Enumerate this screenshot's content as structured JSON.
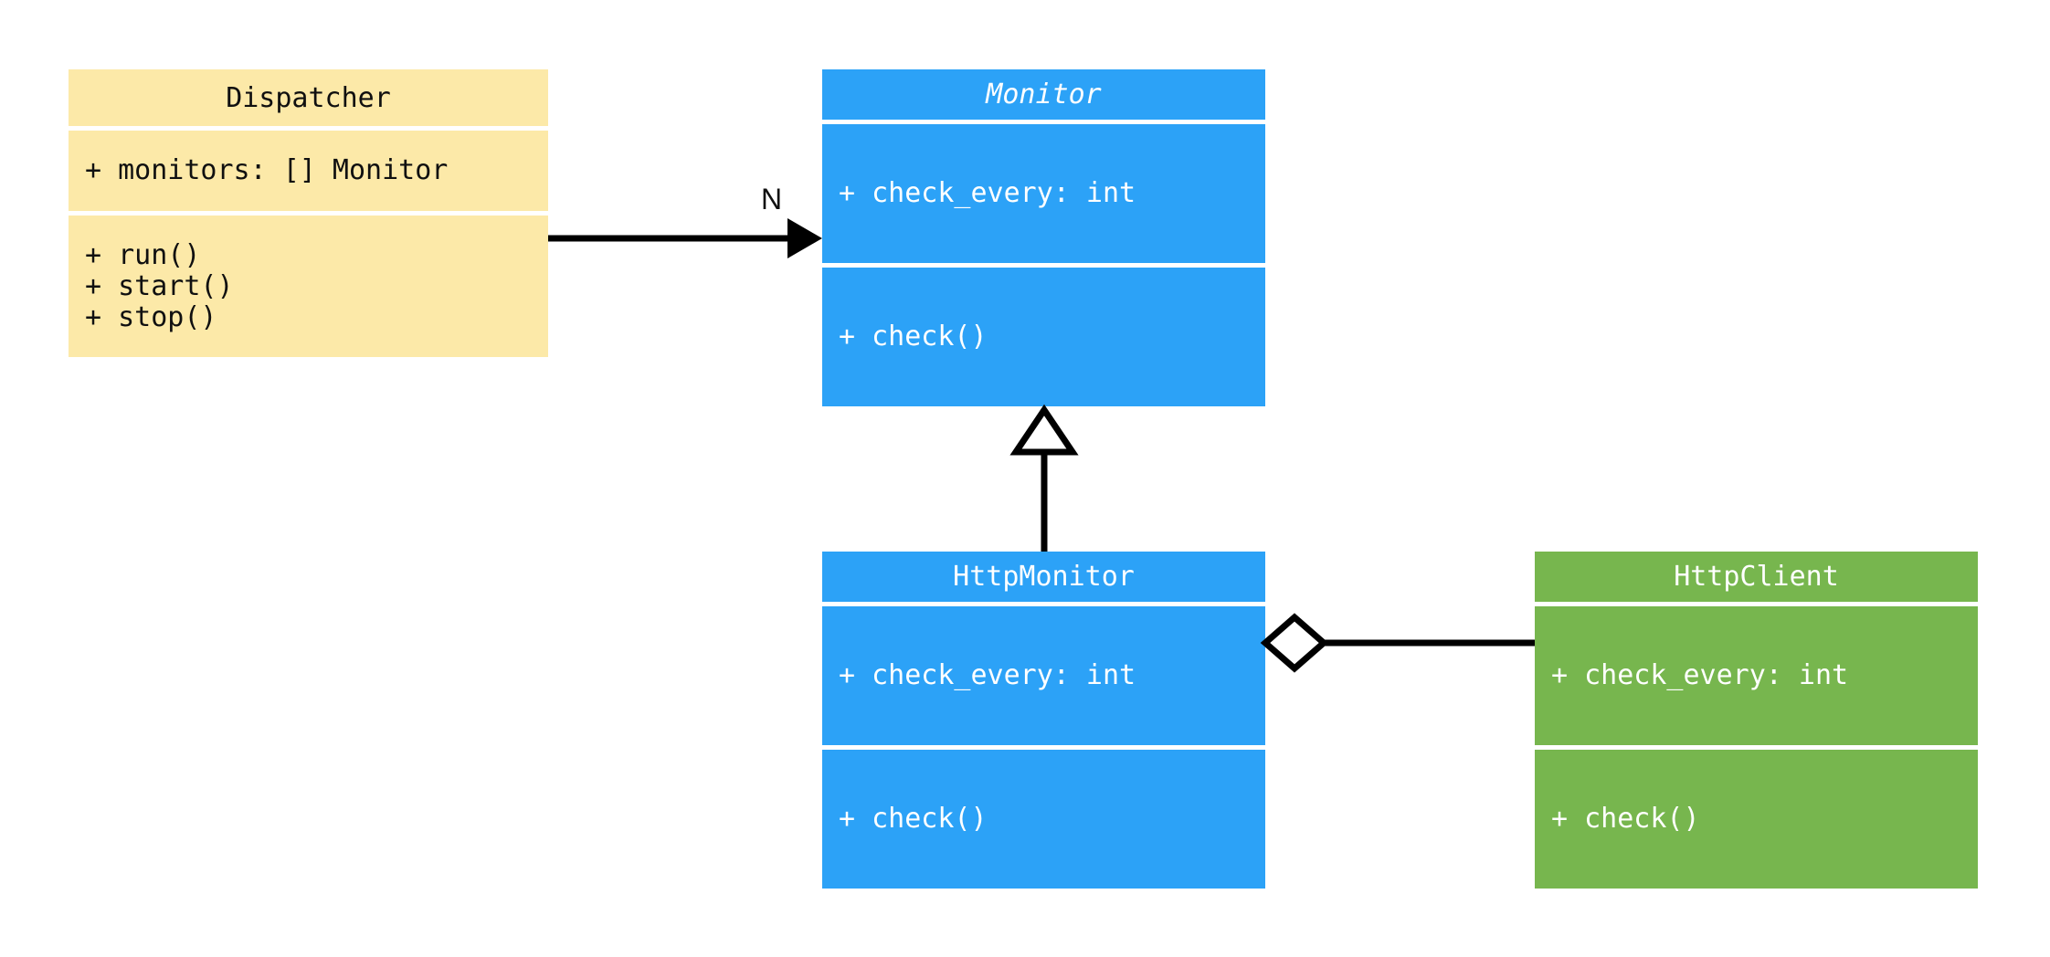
{
  "diagram": {
    "kind": "uml-class-diagram",
    "background": "#ffffff",
    "palette": {
      "yellow": "#fce9a8",
      "blue": "#2ca2f7",
      "green": "#77b64e",
      "line": "#000000",
      "light_text": "#ffffff",
      "dark_text": "#101010"
    },
    "classes": [
      {
        "id": "dispatcher",
        "name": "Dispatcher",
        "abstract": false,
        "color": "#fce9a8",
        "attributes": [
          "+ monitors: [] Monitor"
        ],
        "methods": [
          "+ run()",
          "+ start()",
          "+ stop()"
        ]
      },
      {
        "id": "monitor",
        "name": "Monitor",
        "abstract": true,
        "color": "#2ca2f7",
        "attributes": [
          "+ check_every: int"
        ],
        "methods": [
          "+ check()"
        ]
      },
      {
        "id": "http_monitor",
        "name": "HttpMonitor",
        "abstract": false,
        "color": "#2ca2f7",
        "attributes": [
          "+ check_every: int"
        ],
        "methods": [
          "+ check()"
        ]
      },
      {
        "id": "http_client",
        "name": "HttpClient",
        "abstract": false,
        "color": "#77b64e",
        "attributes": [
          "+ check_every: int"
        ],
        "methods": [
          "+ check()"
        ]
      }
    ],
    "relationships": [
      {
        "id": "dispatcher-monitor",
        "type": "association",
        "from": "dispatcher",
        "to": "monitor",
        "label": "N",
        "arrow": "solid-filled-arrow"
      },
      {
        "id": "httpmonitor-monitor",
        "type": "generalization",
        "from": "http_monitor",
        "to": "monitor",
        "label": "",
        "arrow": "hollow-triangle"
      },
      {
        "id": "httpmonitor-httpclient",
        "type": "aggregation",
        "from": "http_monitor",
        "to": "http_client",
        "label": "",
        "arrow": "hollow-diamond"
      }
    ]
  }
}
